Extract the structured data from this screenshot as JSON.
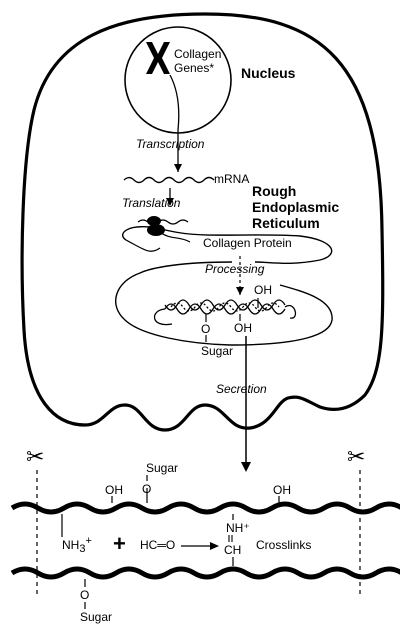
{
  "labels": {
    "collagen_genes_line1": "Collagen",
    "collagen_genes_line2": "Genes*",
    "nucleus": "Nucleus",
    "transcription": "Transcription",
    "mrna": "mRNA",
    "translation": "Translation",
    "rer_line1": "Rough",
    "rer_line2": "Endoplasmic",
    "rer_line3": "Reticulum",
    "collagen_protein": "Collagen Protein",
    "processing": "Processing",
    "oh": "OH",
    "o": "O",
    "sugar": "Sugar",
    "secretion": "Secretion",
    "nh3": "NH",
    "nh3_sub": "3",
    "nh3_sup": "+",
    "plus": "+",
    "aldehyde": "HC═O",
    "nh_plus": "NH⁺",
    "ch": "CH",
    "crosslinks": "Crosslinks"
  },
  "icons": {
    "scissors_left": "✂",
    "scissors_right": "✂"
  }
}
